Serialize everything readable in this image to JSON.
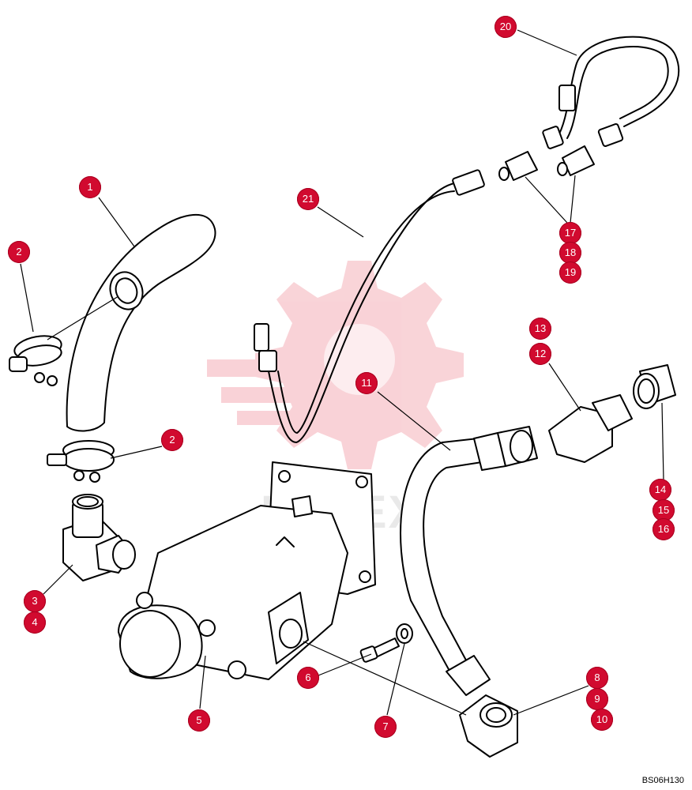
{
  "diagram": {
    "reference_code": "BS06H130",
    "watermark": "KATEX",
    "callouts": [
      "1",
      "2",
      "2",
      "3",
      "4",
      "5",
      "6",
      "7",
      "8",
      "9",
      "10",
      "11",
      "12",
      "13",
      "14",
      "15",
      "16",
      "17",
      "18",
      "19",
      "20",
      "21"
    ],
    "accent_color": "#d10a2f",
    "parts": [
      "hose-elbow",
      "hose-clamp",
      "hose-clamp",
      "adapter-elbow",
      "pump",
      "bolt",
      "washer",
      "fitting-elbow",
      "hose-assembly",
      "elbow-fitting",
      "adapter-fitting",
      "fitting-pair",
      "tube-assembly",
      "hose-assembly-small"
    ]
  }
}
